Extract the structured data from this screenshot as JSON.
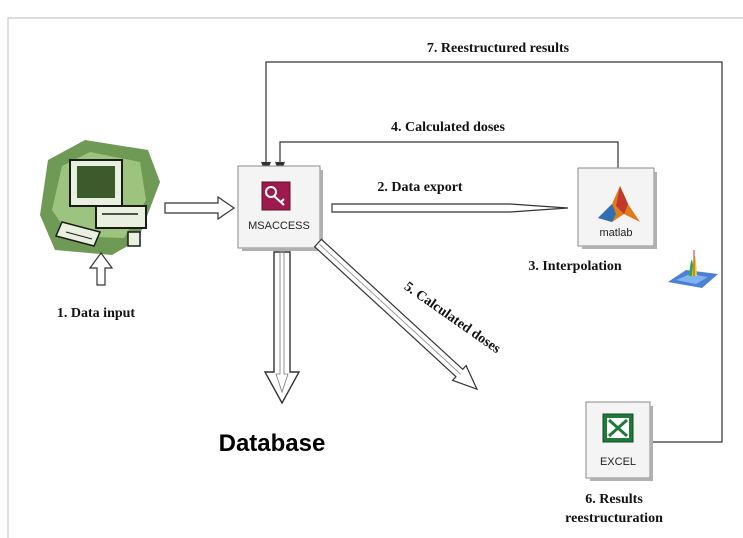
{
  "diagram": {
    "labels": {
      "data_input": "1. Data input",
      "data_export": "2. Data export",
      "interpolation": "3. Interpolation",
      "calculated_doses_top": "4. Calculated doses",
      "calculated_doses_diag": "5. Calculated doses",
      "results_line1": "6. Results",
      "results_line2": "reestructuration",
      "reestructured_results": "7. Reestructured results",
      "database": "Database"
    },
    "nodes": {
      "msaccess": "MSACCESS",
      "matlab": "matlab",
      "excel": "EXCEL"
    }
  }
}
